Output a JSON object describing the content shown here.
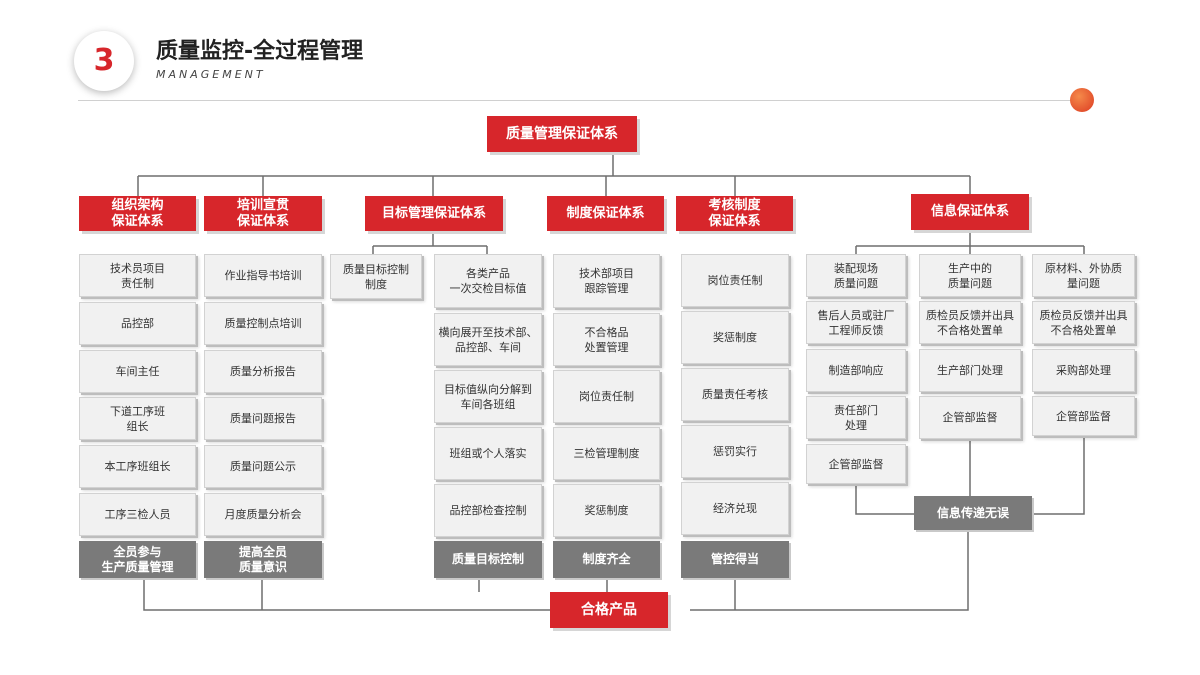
{
  "header": {
    "number": "3",
    "title": "质量监控-全过程管理",
    "subtitle": "MANAGEMENT"
  },
  "diagram": {
    "root": "质量管理保证体系",
    "bottom": "合格产品",
    "org": {
      "title": "组织架构\n保证体系",
      "items": [
        "技术员项目\n责任制",
        "品控部",
        "车间主任",
        "下道工序班\n组长",
        "本工序班组长",
        "工序三检人员"
      ],
      "result": "全员参与\n生产质量管理"
    },
    "training": {
      "title": "培训宣贯\n保证体系",
      "items": [
        "作业指导书培训",
        "质量控制点培训",
        "质量分析报告",
        "质量问题报告",
        "质量问题公示",
        "月度质量分析会"
      ],
      "result": "提高全员\n质量意识"
    },
    "target": {
      "title": "目标管理保证体系",
      "left": "质量目标控制\n制度",
      "items": [
        "各类产品\n一次交检目标值",
        "横向展开至技术部、\n品控部、车间",
        "目标值纵向分解到\n车间各班组",
        "班组或个人落实",
        "品控部检查控制"
      ],
      "result": "质量目标控制"
    },
    "system": {
      "title": "制度保证体系",
      "items": [
        "技术部项目\n跟踪管理",
        "不合格品\n处置管理",
        "岗位责任制",
        "三检管理制度",
        "奖惩制度"
      ],
      "result": "制度齐全"
    },
    "assessment": {
      "title": "考核制度\n保证体系",
      "items": [
        "岗位责任制",
        "奖惩制度",
        "质量责任考核",
        "惩罚实行",
        "经济兑现"
      ],
      "result": "管控得当"
    },
    "info": {
      "title": "信息保证体系",
      "col1": [
        "装配现场\n质量问题",
        "售后人员或驻厂\n工程师反馈",
        "制造部响应",
        "责任部门\n处理",
        "企管部监督"
      ],
      "col2": [
        "生产中的\n质量问题",
        "质检员反馈并出具\n不合格处置单",
        "生产部门处理",
        "企管部监督"
      ],
      "col3": [
        "原材料、外协质\n量问题",
        "质检员反馈并出具\n不合格处置单",
        "采购部处理",
        "企管部监督"
      ],
      "result": "信息传递无误"
    }
  }
}
